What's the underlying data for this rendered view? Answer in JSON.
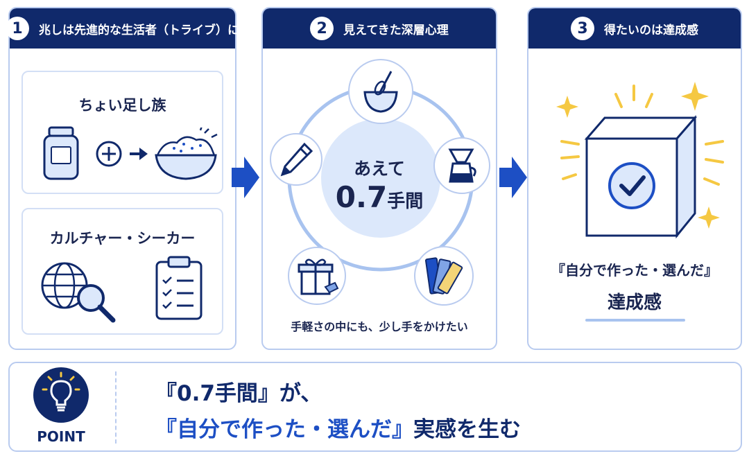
{
  "panels": [
    {
      "number": "1",
      "title": "兆しは先進的な生活者（トライブ）に",
      "sub1_title": "ちょい足し族",
      "sub2_title": "カルチャー・シーカー"
    },
    {
      "number": "2",
      "title": "見えてきた深層心理",
      "center_line1": "あえて",
      "center_value": "0.7",
      "center_unit": "手間",
      "caption": "手軽さの中にも、少し手をかけたい"
    },
    {
      "number": "3",
      "title": "得たいのは達成感",
      "quote": "『自分で作った・選んだ』",
      "result": "達成感"
    }
  ],
  "point": {
    "label": "POINT",
    "line1": "『0.7手間』が、",
    "line2_highlight": "『自分で作った・選んだ』",
    "line2_rest": "実感を生む"
  },
  "colors": {
    "navy": "#10296b",
    "blue": "#1d4fc4",
    "accent": "#f5c842",
    "light_blue": "#dce8fb"
  },
  "icons": [
    "jar-icon",
    "plus-icon",
    "arrow-right-icon",
    "rice-bowl-icon",
    "globe-icon",
    "magnifier-icon",
    "clipboard-icon",
    "whisk-bowl-icon",
    "coffee-dripper-icon",
    "color-swatch-icon",
    "gift-box-icon",
    "pencil-icon",
    "checked-box-icon",
    "lightbulb-icon"
  ]
}
